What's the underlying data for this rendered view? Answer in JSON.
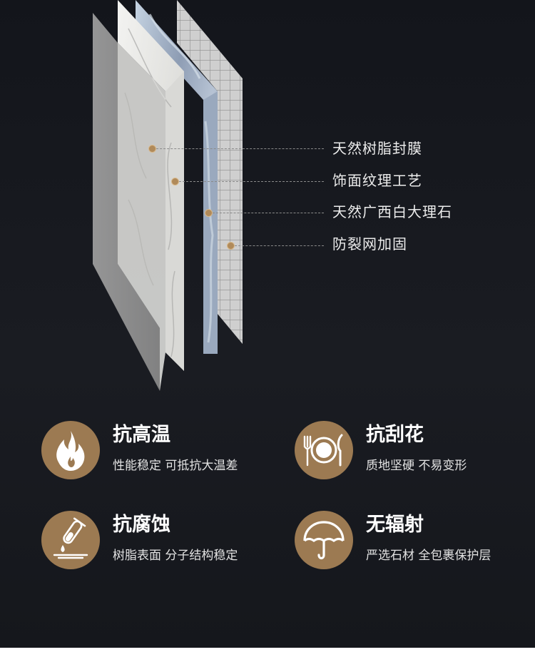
{
  "colors": {
    "background": "#15171c",
    "accent": "#9c7a52",
    "text": "#ececec"
  },
  "layer_callouts": [
    {
      "label": "天然树脂封膜"
    },
    {
      "label": "饰面纹理工艺"
    },
    {
      "label": "天然广西白大理石"
    },
    {
      "label": "防裂网加固"
    }
  ],
  "features": [
    {
      "icon": "flame-icon",
      "title": "抗高温",
      "desc": "性能稳定 可抵抗大温差"
    },
    {
      "icon": "plate-fork-knife-icon",
      "title": "抗刮花",
      "desc": "质地坚硬 不易变形"
    },
    {
      "icon": "test-tube-icon",
      "title": "抗腐蚀",
      "desc": "树脂表面 分子结构稳定"
    },
    {
      "icon": "umbrella-icon",
      "title": "无辐射",
      "desc": "严选石材 全包裹保护层"
    }
  ]
}
